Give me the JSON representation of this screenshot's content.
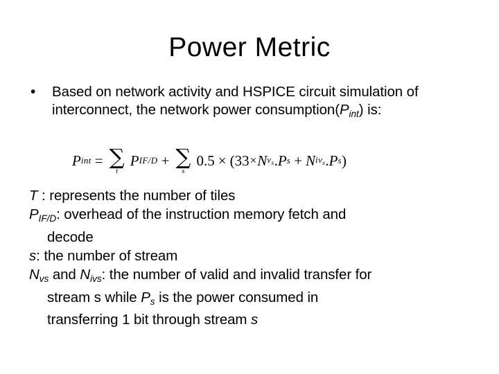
{
  "slide": {
    "title": "Power Metric",
    "bullet": {
      "marker": "•",
      "text_part1": "Based on network activity and HSPICE circuit simulation of interconnect, the network power consumption(",
      "var_p": "P",
      "var_p_sub": "int",
      "text_part2": ") is:"
    },
    "formula": {
      "latex": "P_{int} = \\sum_t P_{IF/D} + \\sum_s 0.5 \\times (33 \\times N_{v_s}.P_s + N_{iv_s}.P_s)",
      "lhs_var": "P",
      "lhs_sub": "int",
      "equals": "=",
      "sum1_sigma": "∑",
      "sum1_index": "t",
      "term1_var": "P",
      "term1_sub": "IF/D",
      "plus": "+",
      "sum2_sigma": "∑",
      "sum2_index": "s",
      "coefficient": "0.5",
      "times": "×",
      "open_paren": "(",
      "factor": "33",
      "times_small": "×",
      "nv_var": "N",
      "nv_sub": "v",
      "nv_subsub": "s",
      "dot1": ".",
      "ps1_var": "P",
      "ps1_sub": "s",
      "plus2": "+",
      "niv_var": "N",
      "niv_sub": "iv",
      "niv_subsub": "s",
      "dot2": ".",
      "ps2_var": "P",
      "ps2_sub": "s",
      "close_paren": ")"
    },
    "definitions": [
      {
        "id": "def-T",
        "symbol": "T",
        "symbol_sub": "",
        "text": " :  represents the number of tiles",
        "indent": false
      },
      {
        "id": "def-PIFD",
        "symbol": "P",
        "symbol_sub": "IF/D",
        "text": ": overhead of the instruction memory fetch and",
        "indent": false
      },
      {
        "id": "def-PIFD-cont",
        "symbol": "",
        "symbol_sub": "",
        "text": "decode",
        "indent": true
      },
      {
        "id": "def-s",
        "symbol": "s",
        "symbol_sub": "",
        "text": ": the number of stream",
        "indent": false
      }
    ],
    "definition_nv": {
      "n1_var": "N",
      "n1_sub": "vs",
      "mid_text": " and ",
      "n2_var": "N",
      "n2_sub": "ivs",
      "tail_text": ": the number of valid and invalid transfer for"
    },
    "definition_stream": {
      "pre": "stream s while ",
      "p_var": "P",
      "p_sub": "s",
      "post": "  is the power consumed in"
    },
    "definition_last": {
      "pre": "transferring 1 bit through stream ",
      "s_var": "s"
    }
  },
  "colors": {
    "background": "#ffffff",
    "text": "#000000"
  }
}
